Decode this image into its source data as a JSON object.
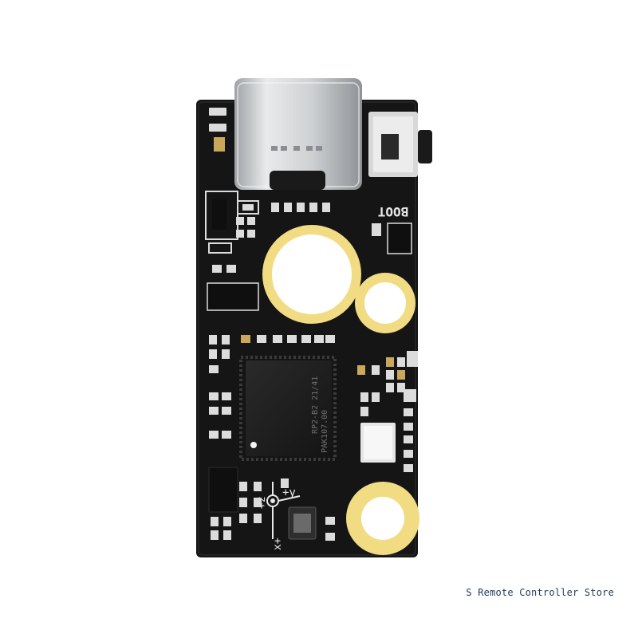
{
  "board": {
    "boot_label": "BOOT",
    "chip_lines": [
      "RP2-B2   21/41",
      "PAK107.00"
    ],
    "axis_labels": {
      "z": "+z",
      "y": "+y",
      "x": "x+"
    },
    "colors": {
      "pcb": "#141414",
      "gold": "#f2dc83",
      "silkscreen": "#e8e8e8",
      "usb_metal": "#d4d6d8"
    }
  },
  "watermark": {
    "text": "S Remote Controller Store"
  }
}
